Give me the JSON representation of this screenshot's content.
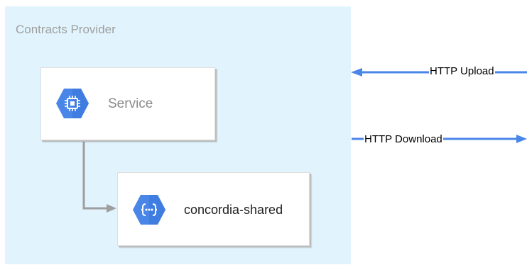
{
  "diagram": {
    "provider": {
      "title": "Contracts Provider"
    },
    "nodes": {
      "service": {
        "label": "Service",
        "icon": "compute-engine-chip-icon"
      },
      "shared": {
        "label": "concordia-shared",
        "icon": "cloud-functions-icon"
      }
    },
    "edges": {
      "upload": {
        "label": "HTTP Upload",
        "direction": "inbound"
      },
      "download": {
        "label": "HTTP Download",
        "direction": "outbound"
      }
    },
    "colors": {
      "provider_fill": "#e1f4fd",
      "icon_blue": "#4a86e8",
      "arrow_blue": "#4a86e8",
      "connector_gray": "#9e9e9e"
    }
  }
}
